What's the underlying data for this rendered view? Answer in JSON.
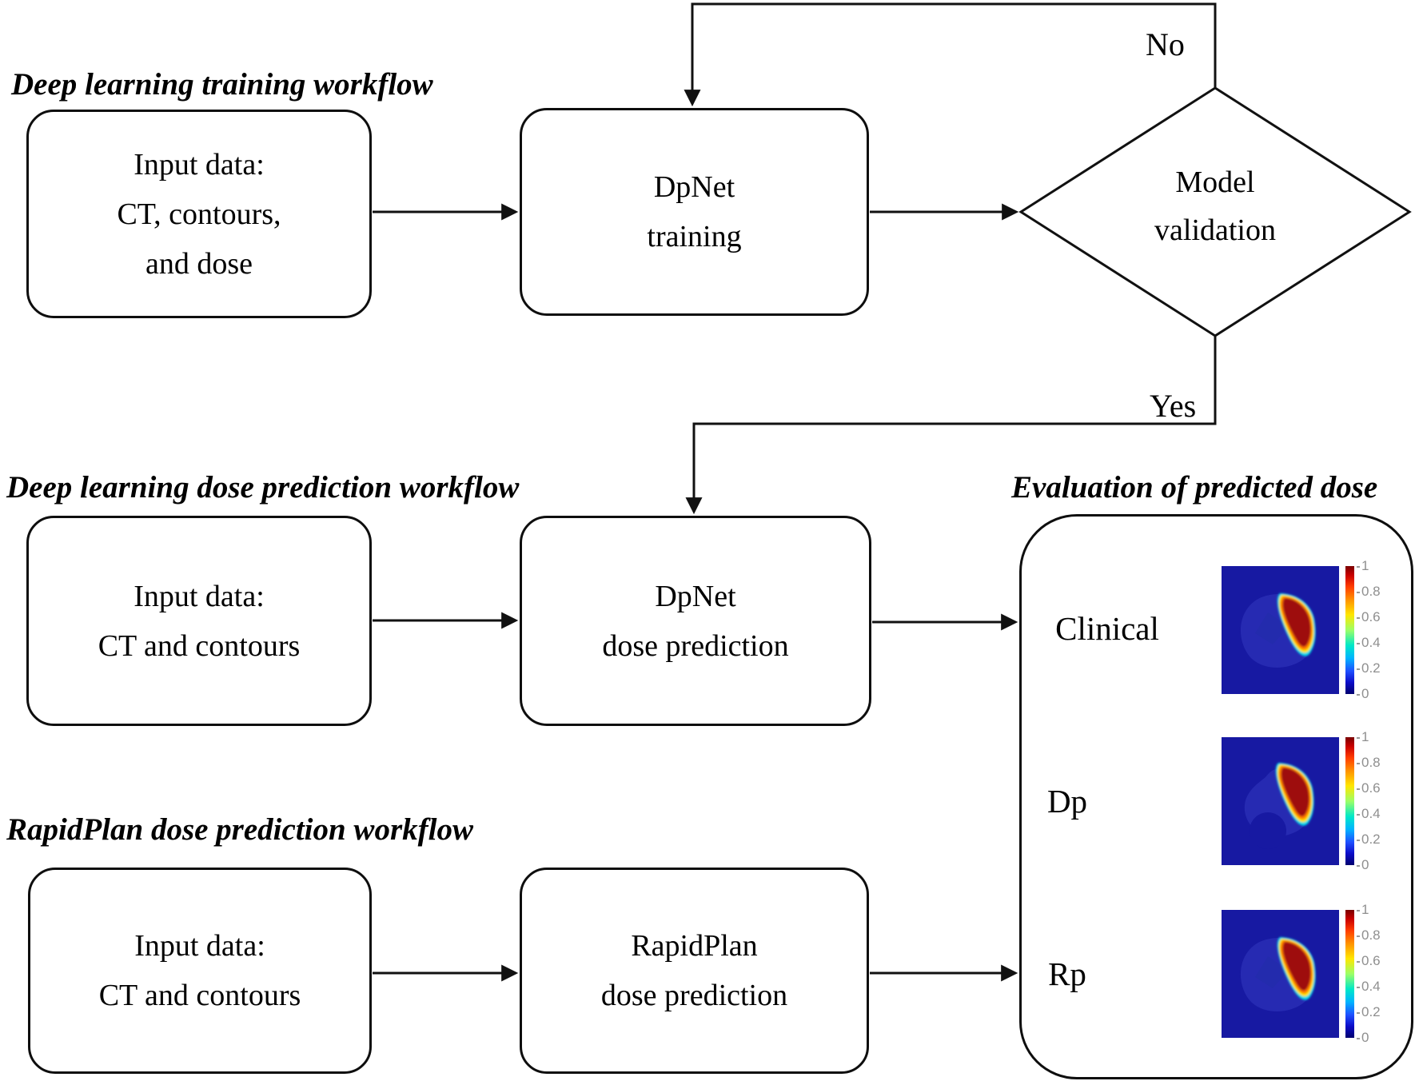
{
  "figure": {
    "sections": {
      "training_title": "Deep learning training workflow",
      "prediction_title": "Deep learning dose prediction workflow",
      "rapidplan_title": "RapidPlan dose prediction workflow",
      "evaluation_title": "Evaluation of predicted dose"
    },
    "nodes": {
      "input_training": [
        "Input data:",
        "CT, contours,",
        "and dose"
      ],
      "dpnet_training": [
        "DpNet",
        "training"
      ],
      "model_validation": [
        "Model",
        "validation"
      ],
      "input_prediction": [
        "Input data:",
        "CT and contours"
      ],
      "dpnet_prediction": [
        "DpNet",
        "dose prediction"
      ],
      "input_rapidplan": [
        "Input data:",
        "CT and contours"
      ],
      "rapidplan_prediction": [
        "RapidPlan",
        "dose prediction"
      ]
    },
    "decision_labels": {
      "no": "No",
      "yes": "Yes"
    },
    "evaluation_rows": [
      {
        "label": "Clinical"
      },
      {
        "label": "Dp"
      },
      {
        "label": "Rp"
      }
    ],
    "colorbar_ticks": [
      "1",
      "0.8",
      "0.6",
      "0.4",
      "0.2",
      "0"
    ],
    "colors": {
      "line": "#111111",
      "dose_background": "#1719a2",
      "dose_head_blue": "#262ab2",
      "fringe_cyan": "#00d8e8",
      "fringe_yellow": "#ffe000",
      "fringe_orange": "#ff7700",
      "dose_core_red": "#9e0b0b",
      "tick_text": "#8f8f8f"
    }
  }
}
